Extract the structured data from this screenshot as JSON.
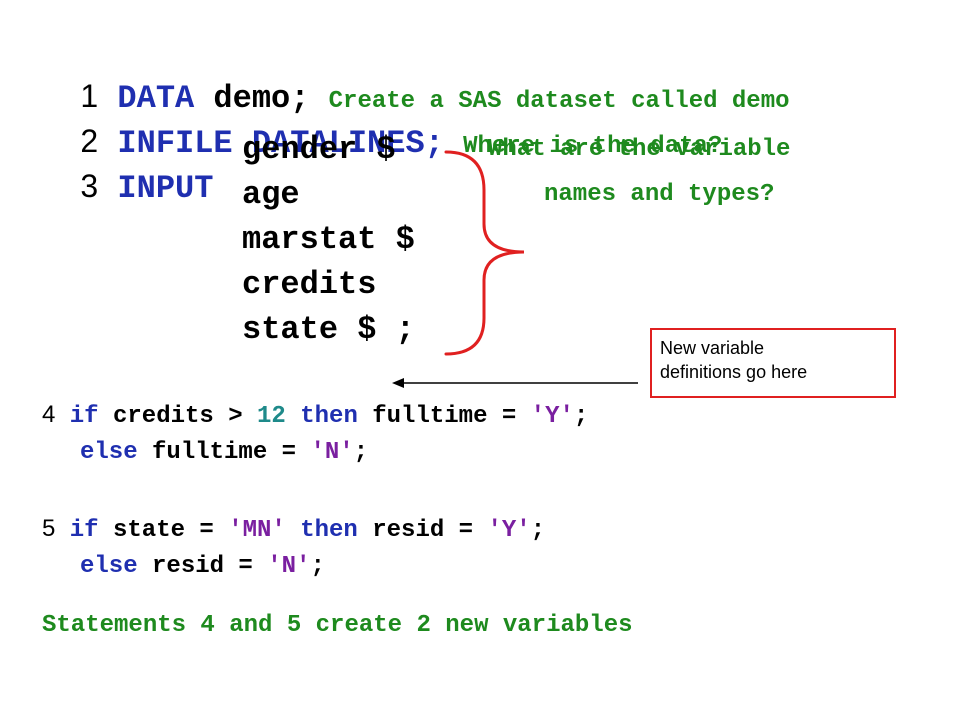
{
  "statements": {
    "data": {
      "num": "1",
      "keyword": "DATA",
      "text": " demo;",
      "comment": "Create a SAS dataset called demo"
    },
    "infile": {
      "num": "2",
      "keyword": "INFILE",
      "text": " DATALINES;",
      "comment": "Where is the data?"
    },
    "input": {
      "num": "3",
      "keyword": "INPUT",
      "vars": [
        "gender $",
        "age",
        "marstat $",
        "credits",
        "state $ ;"
      ],
      "comment_line1": "What are the variable",
      "comment_line2": "names and types?"
    },
    "stmt4": {
      "num": "4",
      "line1": {
        "kw_if": "if",
        "cond": " credits > ",
        "value": "12",
        "kw_then": " then",
        "assign": " fulltime = ",
        "lit": "'Y'",
        "end": ";"
      },
      "line2": {
        "kw_else": "else",
        "assign": " fulltime = ",
        "lit": "'N'",
        "end": ";"
      }
    },
    "stmt5": {
      "num": "5",
      "line1": {
        "kw_if": "if",
        "cond": " state = ",
        "lit1": "'MN'",
        "kw_then": " then",
        "assign": " resid = ",
        "lit2": "'Y'",
        "end": ";"
      },
      "line2": {
        "kw_else": "else",
        "assign": " resid = ",
        "lit": "'N'",
        "end": ";"
      }
    }
  },
  "callout": {
    "line1": "New variable",
    "line2": "definitions go here"
  },
  "summary": "Statements 4 and 5 create 2 new variables",
  "colors": {
    "keyword": "#1f2fb0",
    "comment": "#1e8a1e",
    "number": "#1e8a8a",
    "string": "#7a1fa0",
    "callout_border": "#e02020",
    "brace": "#e02020"
  }
}
